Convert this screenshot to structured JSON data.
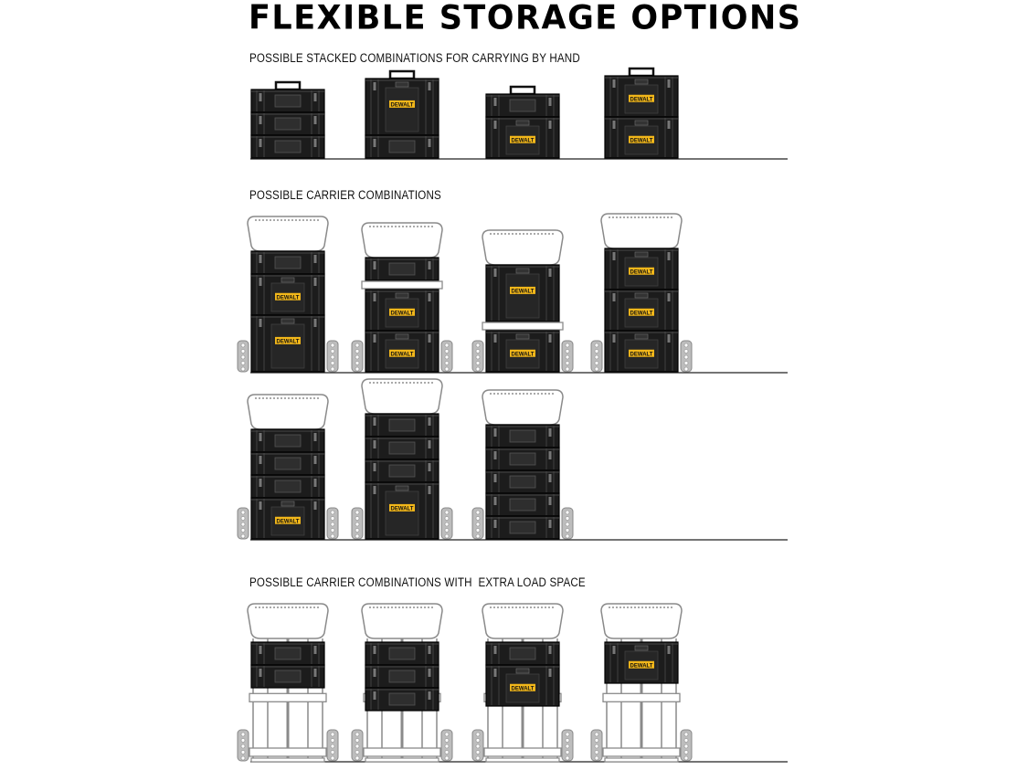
{
  "title": "FLEXIBLE STORAGE OPTIONS",
  "logo_text": "DEWALT",
  "colors": {
    "box": "#1c1c1c",
    "box_detail": "#3c3c3c",
    "logo": "#f2b71a",
    "frame": "#8a8a8a",
    "wheel": "#bdbdbd"
  },
  "sections": [
    {
      "label": "POSSIBLE STACKED COMBINATIONS FOR CARRYING BY HAND",
      "rows": [
        {
          "kind": "hand",
          "configs": [
            [
              "s",
              "s",
              "s"
            ],
            [
              "l",
              "s"
            ],
            [
              "s",
              "m"
            ],
            [
              "m",
              "m"
            ]
          ]
        }
      ]
    },
    {
      "label": "POSSIBLE CARRIER COMBINATIONS",
      "rows": [
        {
          "kind": "cart",
          "configs": [
            [
              "s",
              "m",
              "l"
            ],
            [
              "s",
              "bar",
              "m",
              "m"
            ],
            [
              "l",
              "bar",
              "m"
            ],
            [
              "m",
              "m",
              "m"
            ]
          ]
        },
        {
          "kind": "cart",
          "configs": [
            [
              "s",
              "s",
              "s",
              "m"
            ],
            [
              "s",
              "s",
              "s",
              "l"
            ],
            [
              "s",
              "s",
              "s",
              "s",
              "s"
            ]
          ]
        }
      ]
    },
    {
      "label": "POSSIBLE CARRIER COMBINATIONS WITH  EXTRA LOAD SPACE",
      "rows": [
        {
          "kind": "extra",
          "configs": [
            [
              "s",
              "s"
            ],
            [
              "s",
              "s",
              "s"
            ],
            [
              "s",
              "m"
            ],
            [
              "m"
            ]
          ]
        }
      ]
    }
  ]
}
